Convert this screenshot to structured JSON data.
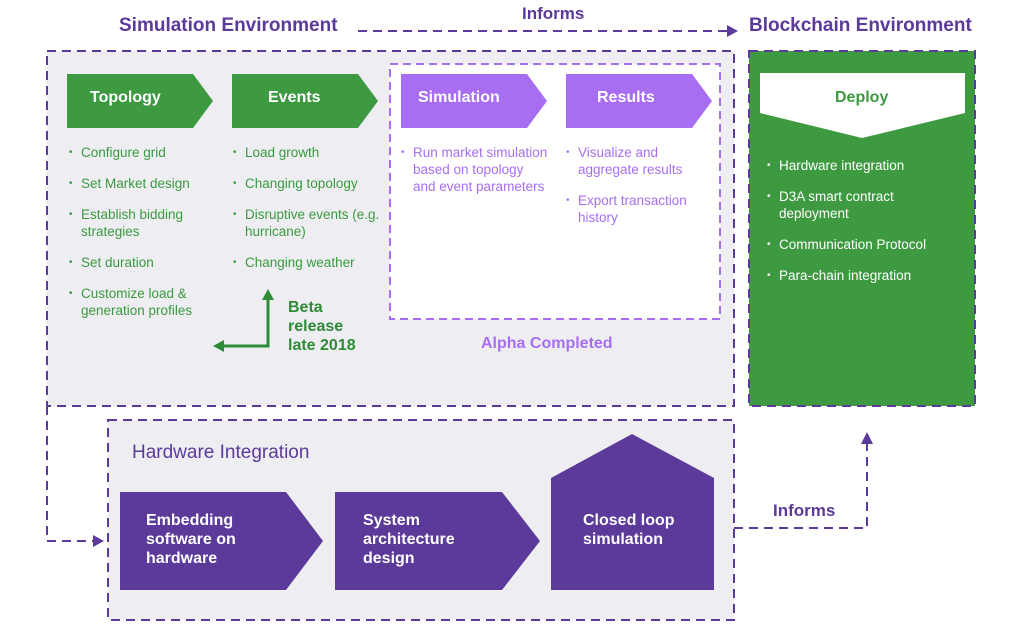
{
  "colors": {
    "green": "#3d9a41",
    "purple_dark": "#5b3a9a",
    "purple_light": "#a86ef2",
    "panel_gray": "#eeeef2"
  },
  "simulation_environment": {
    "title": "Simulation Environment",
    "stages": [
      {
        "label": "Topology",
        "items": [
          "Configure grid",
          "Set Market design",
          "Establish bidding strategies",
          "Set duration",
          "Customize load & generation profiles"
        ]
      },
      {
        "label": "Events",
        "items": [
          "Load growth",
          "Changing topology",
          "Disruptive events (e.g. hurricane)",
          "Changing weather"
        ]
      },
      {
        "label": "Simulation",
        "items": [
          "Run market simulation based on topology and event parameters"
        ]
      },
      {
        "label": "Results",
        "items": [
          "Visualize and aggregate results",
          "Export transaction history"
        ]
      }
    ],
    "beta_release": "Beta release late 2018",
    "alpha_completed": "Alpha Completed"
  },
  "informs_top": "Informs",
  "informs_bottom": "Informs",
  "blockchain_environment": {
    "title": "Blockchain Environment",
    "deploy_label": "Deploy",
    "items": [
      "Hardware integration",
      "D3A smart contract deployment",
      "Communication Protocol",
      "Para-chain integration"
    ]
  },
  "hardware_integration": {
    "title": "Hardware Integration",
    "steps": [
      "Embedding software on hardware",
      "System architecture design",
      "Closed loop simulation"
    ]
  }
}
